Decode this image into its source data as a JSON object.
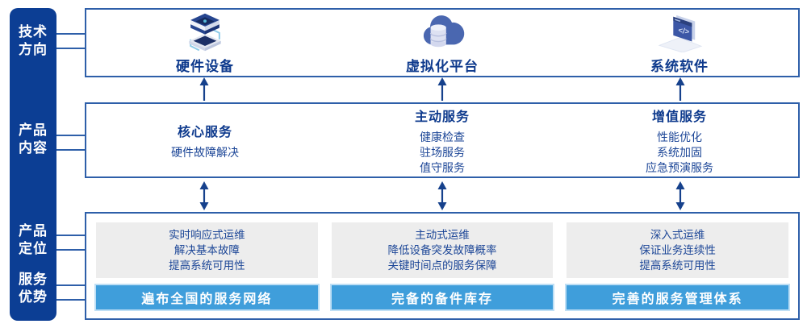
{
  "colors": {
    "sidebar_bg": "#0c3e94",
    "box_border": "#2e5fa9",
    "title_navy": "#0e3a8d",
    "body_navy": "#1c4697",
    "banner_bg": "#3f9edb",
    "banner_halo": "#bfdff5",
    "panel_bg": "#ededed",
    "arrow": "#16418c"
  },
  "sidebar": {
    "labels": [
      {
        "line1": "技术",
        "line2": "方向"
      },
      {
        "line1": "产品",
        "line2": "内容"
      },
      {
        "line1": "产品",
        "line2": "定位"
      },
      {
        "line1": "服务",
        "line2": "优势"
      }
    ]
  },
  "tech_direction": {
    "items": [
      {
        "icon": "server-stack-icon",
        "label": "硬件设备"
      },
      {
        "icon": "cloud-database-icon",
        "label": "虚拟化平台"
      },
      {
        "icon": "code-window-icon",
        "label": "系统软件"
      }
    ]
  },
  "product_content": {
    "columns": [
      {
        "title": "核心服务",
        "items": [
          "硬件故障解决"
        ]
      },
      {
        "title": "主动服务",
        "items": [
          "健康检查",
          "驻场服务",
          "值守服务"
        ]
      },
      {
        "title": "增值服务",
        "items": [
          "性能优化",
          "系统加固",
          "应急预演服务"
        ]
      }
    ]
  },
  "product_positioning": {
    "columns": [
      {
        "lines": [
          "实时响应式运维",
          "解决基本故障",
          "提高系统可用性"
        ],
        "banner": "遍布全国的服务网络"
      },
      {
        "lines": [
          "主动式运维",
          "降低设备突发故障概率",
          "关键时间点的服务保障"
        ],
        "banner": "完备的备件库存"
      },
      {
        "lines": [
          "深入式运维",
          "保证业务连续性",
          "提高系统可用性"
        ],
        "banner": "完善的服务管理体系"
      }
    ]
  }
}
